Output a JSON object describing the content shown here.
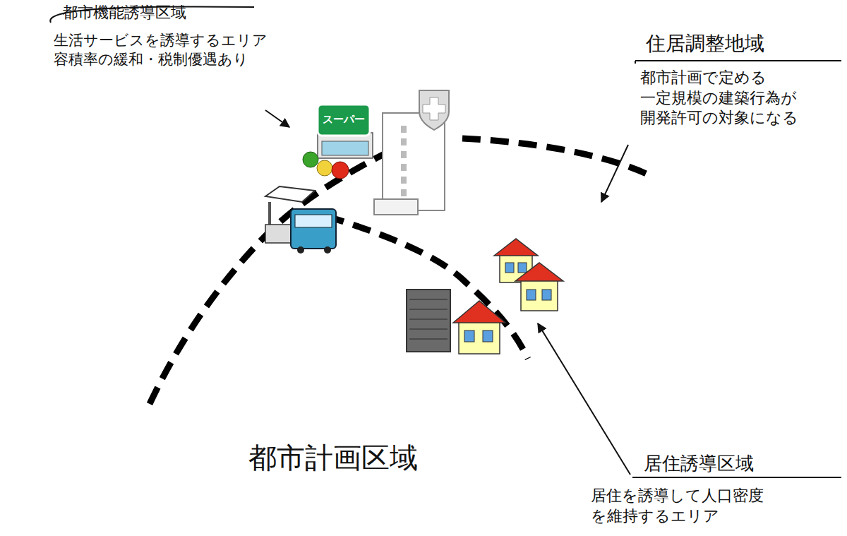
{
  "diagram": {
    "nodes": [
      {
        "text": [
          "都市計画区域"
        ]
      },
      {
        "text": [
          "住居調整地域",
          "都市計画で定める 一定規模の建築行為が 開発許可の対象になる"
        ],
        "in": 0
      },
      {
        "text": [
          "居住誘導区域",
          "居住を誘導して人口密度 を維持するエリア"
        ],
        "in": 1
      },
      {
        "text": [
          "都市機能誘導区域",
          "生活サービスを誘導するエリア 容積率の緩和・税制優遇あり"
        ],
        "in": 2
      }
    ],
    "labels": [
      "スーパー"
    ]
  }
}
